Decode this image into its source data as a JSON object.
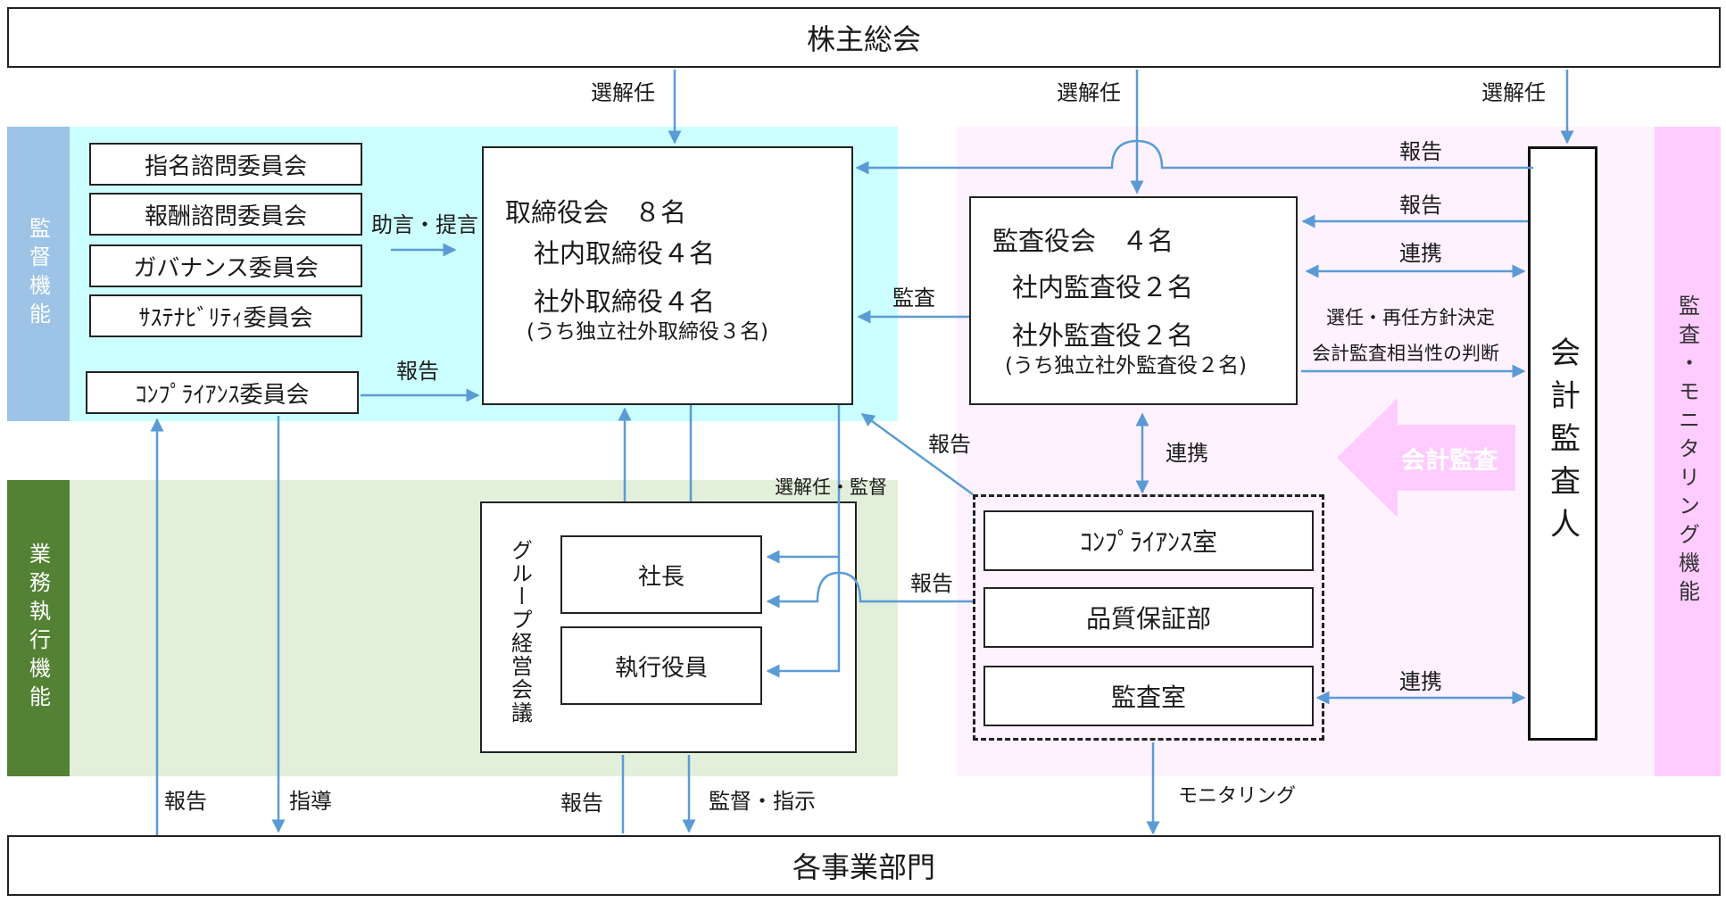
{
  "colors": {
    "supervision_band": "#ccffff",
    "execution_band": "#e2efda",
    "monitoring_band": "#fff2ff",
    "supervision_side": "#9dc3e6",
    "execution_side": "#548235",
    "monitoring_side": "#ffccff",
    "arrow": "#5b9bd5",
    "audit_arrow": "#ffccff"
  },
  "top": {
    "shareholders": "株主総会"
  },
  "bottom": {
    "divisions": "各事業部門"
  },
  "side_labels": {
    "supervision": "監督機能",
    "execution": "業務執行機能",
    "monitoring": "監査・モニタリング機能"
  },
  "committees": [
    "指名諮問委員会",
    "報酬諮問委員会",
    "ガバナンス委員会",
    "ｻｽﾃﾅﾋﾞﾘﾃｨ委員会"
  ],
  "compliance_committee": "ｺﾝﾌﾟﾗｲｱﾝｽ委員会",
  "board": {
    "title": "取締役会　８名",
    "inside": "社内取締役４名",
    "outside": "社外取締役４名",
    "note": "(うち独立社外取締役３名)"
  },
  "auditors": {
    "title": "監査役会　４名",
    "inside": "社内監査役２名",
    "outside": "社外監査役２名",
    "note": "(うち独立社外監査役２名)"
  },
  "group_meeting": {
    "title": "グループ経営会議",
    "president": "社長",
    "officers": "執行役員"
  },
  "internal_units": [
    "ｺﾝﾌﾟﾗｲｱﾝｽ室",
    "品質保証部",
    "監査室"
  ],
  "accounting_auditor": "会計監査人",
  "audit_arrow_label": "会計監査",
  "arrow_labels": {
    "elect1": "選解任",
    "elect2": "選解任",
    "elect3": "選解任",
    "advice": "助言・提言",
    "report_compliance": "報告",
    "report_to_board_top": "報告",
    "report_to_auditors": "報告",
    "cooperate_auditors": "連携",
    "audit": "監査",
    "policy_line1": "選任・再任方針決定",
    "policy_line2": "会計監査相当性の判断",
    "report_units_to_board": "報告",
    "cooperate_units": "連携",
    "elect_supervise": "選解任・監督",
    "report_units_to_mgmt": "報告",
    "cooperate_audit_room": "連携",
    "report_left": "報告",
    "guidance": "指導",
    "report_divisions": "報告",
    "supervise_instruct": "監督・指示",
    "monitoring": "モニタリング"
  }
}
